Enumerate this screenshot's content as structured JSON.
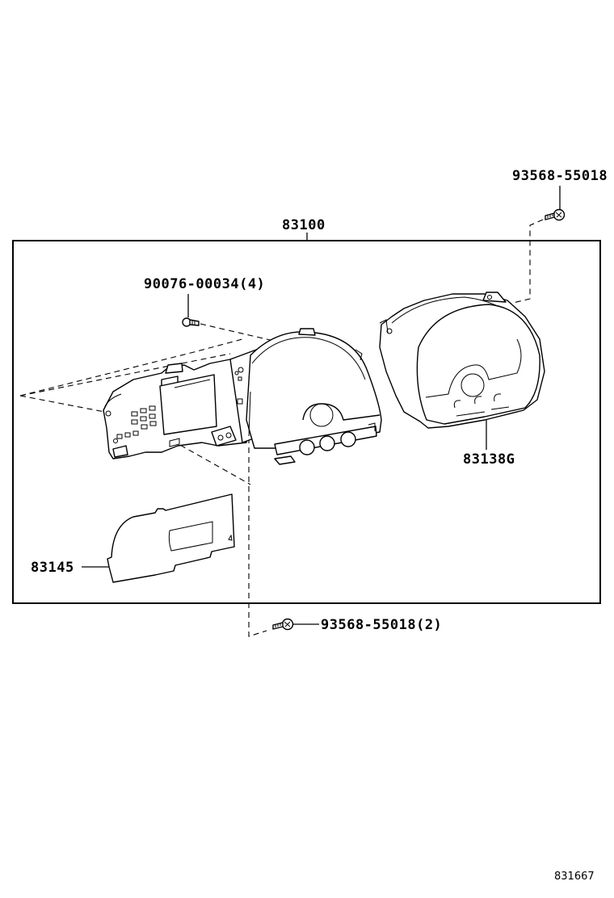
{
  "diagram": {
    "title_part": "83100",
    "figure_id": "831667",
    "parts": [
      {
        "id": "bolt-top-right",
        "label": "93568-55018"
      },
      {
        "id": "assembly",
        "label": "83100"
      },
      {
        "id": "screw-left",
        "label": "90076-00034(4)"
      },
      {
        "id": "front-bezel",
        "label": "83138G"
      },
      {
        "id": "back-plate",
        "label": "83145"
      },
      {
        "id": "bolt-bottom",
        "label": "93568-55018(2)"
      }
    ]
  }
}
